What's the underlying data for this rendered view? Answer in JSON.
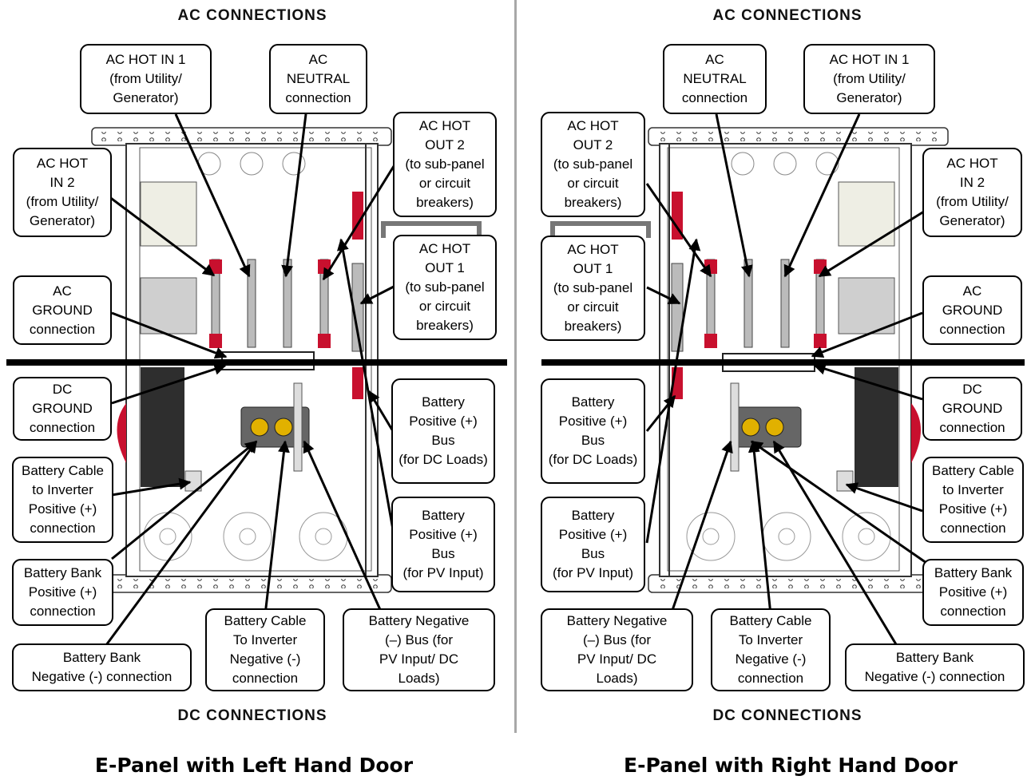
{
  "left": {
    "ac_header": "AC CONNECTIONS",
    "dc_header": "DC CONNECTIONS",
    "caption": "E-Panel with Left Hand Door",
    "callouts": {
      "ac_hot_in_1": "AC HOT IN 1\n(from Utility/\nGenerator)",
      "ac_neutral": "AC\nNEUTRAL\nconnection",
      "ac_hot_in_2": "AC HOT\nIN 2\n(from Utility/\nGenerator)",
      "ac_hot_out_2": "AC HOT\nOUT 2\n(to sub-panel\nor circuit\nbreakers)",
      "ac_hot_out_1": "AC HOT\nOUT 1\n(to sub-panel\nor circuit\nbreakers)",
      "ac_ground": "AC\nGROUND\nconnection",
      "dc_ground": "DC\nGROUND\nconnection",
      "battery_positive_dc_loads": "Battery\nPositive  (+)\nBus\n(for DC Loads)",
      "battery_cable_inverter_positive": "Battery Cable\nto Inverter\nPositive  (+)\nconnection",
      "battery_positive_pv": "Battery\nPositive  (+)\nBus\n(for PV Input)",
      "battery_bank_positive": "Battery Bank\nPositive  (+)\nconnection",
      "battery_cable_inverter_negative": "Battery Cable\nTo Inverter\nNegative (-)\nconnection",
      "battery_negative_bus": "Battery  Negative\n(–) Bus (for\nPV Input/ DC\nLoads)",
      "battery_bank_negative": "Battery Bank\nNegative (-) connection"
    }
  },
  "right": {
    "ac_header": "AC CONNECTIONS",
    "dc_header": "DC CONNECTIONS",
    "caption": "E-Panel with Right Hand Door",
    "callouts": {
      "ac_neutral": "AC\nNEUTRAL\nconnection",
      "ac_hot_in_1": "AC HOT IN 1\n(from Utility/\nGenerator)",
      "ac_hot_out_2": "AC HOT\nOUT 2\n(to sub-panel\nor circuit\nbreakers)",
      "ac_hot_in_2": "AC HOT\nIN 2\n(from Utility/\nGenerator)",
      "ac_hot_out_1": "AC HOT\nOUT 1\n(to sub-panel\nor circuit\nbreakers)",
      "ac_ground": "AC\nGROUND\nconnection",
      "battery_positive_dc_loads": "Battery\nPositive  (+)\nBus\n(for DC Loads)",
      "dc_ground": "DC\nGROUND\nconnection",
      "battery_positive_pv": "Battery\nPositive  (+)\nBus\n(for PV Input)",
      "battery_cable_inverter_positive": "Battery Cable\nto Inverter\nPositive  (+)\nconnection",
      "battery_bank_positive": "Battery Bank\nPositive  (+)\nconnection",
      "battery_negative_bus": "Battery  Negative\n(–) Bus (for\nPV Input/ DC\nLoads)",
      "battery_cable_inverter_negative": "Battery Cable\nTo Inverter\nNegative (-)\nconnection",
      "battery_bank_negative": "Battery Bank\nNegative (-) connection"
    }
  },
  "colors": {
    "bus_red": "#c8102e",
    "frame": "#333333",
    "divider": "#a8a8a8"
  }
}
